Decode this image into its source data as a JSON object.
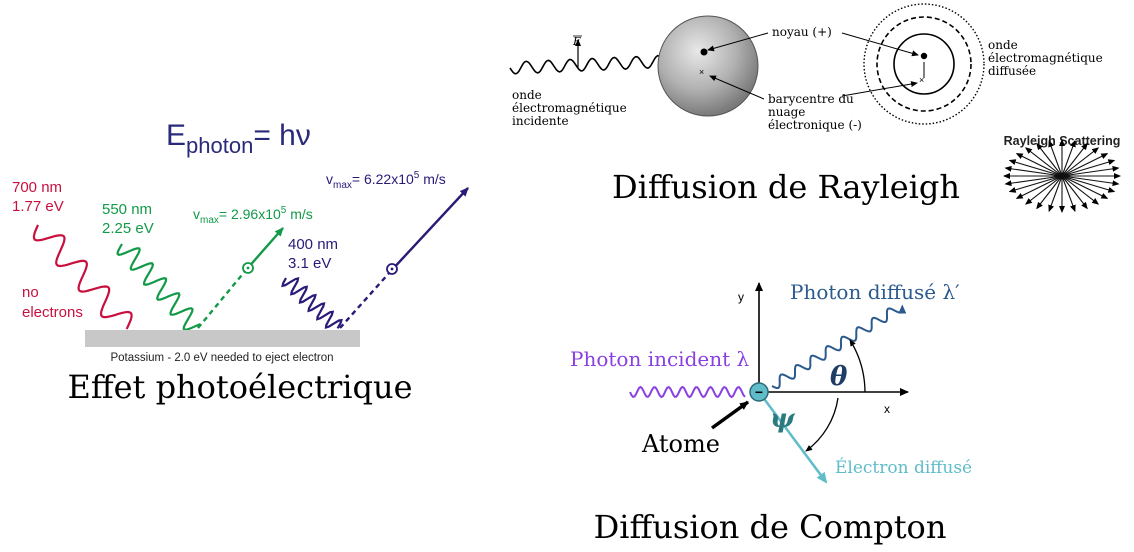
{
  "photoelectric": {
    "formula_E": "E",
    "formula_sub": "photon",
    "formula_rhs": "= hν",
    "red": {
      "wavelength": "700 nm",
      "energy": "1.77 eV",
      "note_line1": "no",
      "note_line2": "electrons"
    },
    "green": {
      "wavelength": "550 nm",
      "energy": "2.25 eV",
      "v_sym": "v",
      "v_sub": "max",
      "v_val": "= 2.96x10",
      "v_exp": "5",
      "v_unit": " m/s"
    },
    "blue": {
      "wavelength": "400 nm",
      "energy": "3.1 eV",
      "v_sym": "v",
      "v_sub": "max",
      "v_val": "= 6.22x10",
      "v_exp": "5",
      "v_unit": " m/s"
    },
    "plate_label": "Potassium - 2.0 eV needed to eject electron",
    "caption": "Effet photoélectrique",
    "colors": {
      "red": "#c8103e",
      "green": "#129a48",
      "blue": "#2a1a78",
      "formula": "#2a2a7a",
      "plate": "#c8c8c8"
    }
  },
  "rayleigh": {
    "incident_l1": "onde",
    "incident_l2": "électromagnétique",
    "incident_l3": "incidente",
    "field_symbol": "E",
    "nucleus_label": "noyau (+)",
    "barycenter_l1": "barycentre du",
    "barycenter_l2": "nuage",
    "barycenter_l3": "électronique (-)",
    "scattered_l1": "onde",
    "scattered_l2": "électromagnétique",
    "scattered_l3": "diffusée",
    "scattering_title": "Rayleigh Scattering",
    "caption": "Diffusion de Rayleigh"
  },
  "compton": {
    "axis_y": "y",
    "axis_x": "x",
    "scattered_photon": "Photon diffusé λ′",
    "incident_photon": "Photon incident λ",
    "theta": "θ",
    "psi": "ψ",
    "atom": "Atome",
    "electron": "Électron diffusé",
    "electron_sign": "−",
    "caption": "Diffusion de Compton",
    "colors": {
      "scattered": "#2b5a8f",
      "incident": "#8a3fe0",
      "electron": "#5fbcc8",
      "theta": "#1e3d66",
      "psi": "#2a7a80"
    }
  }
}
